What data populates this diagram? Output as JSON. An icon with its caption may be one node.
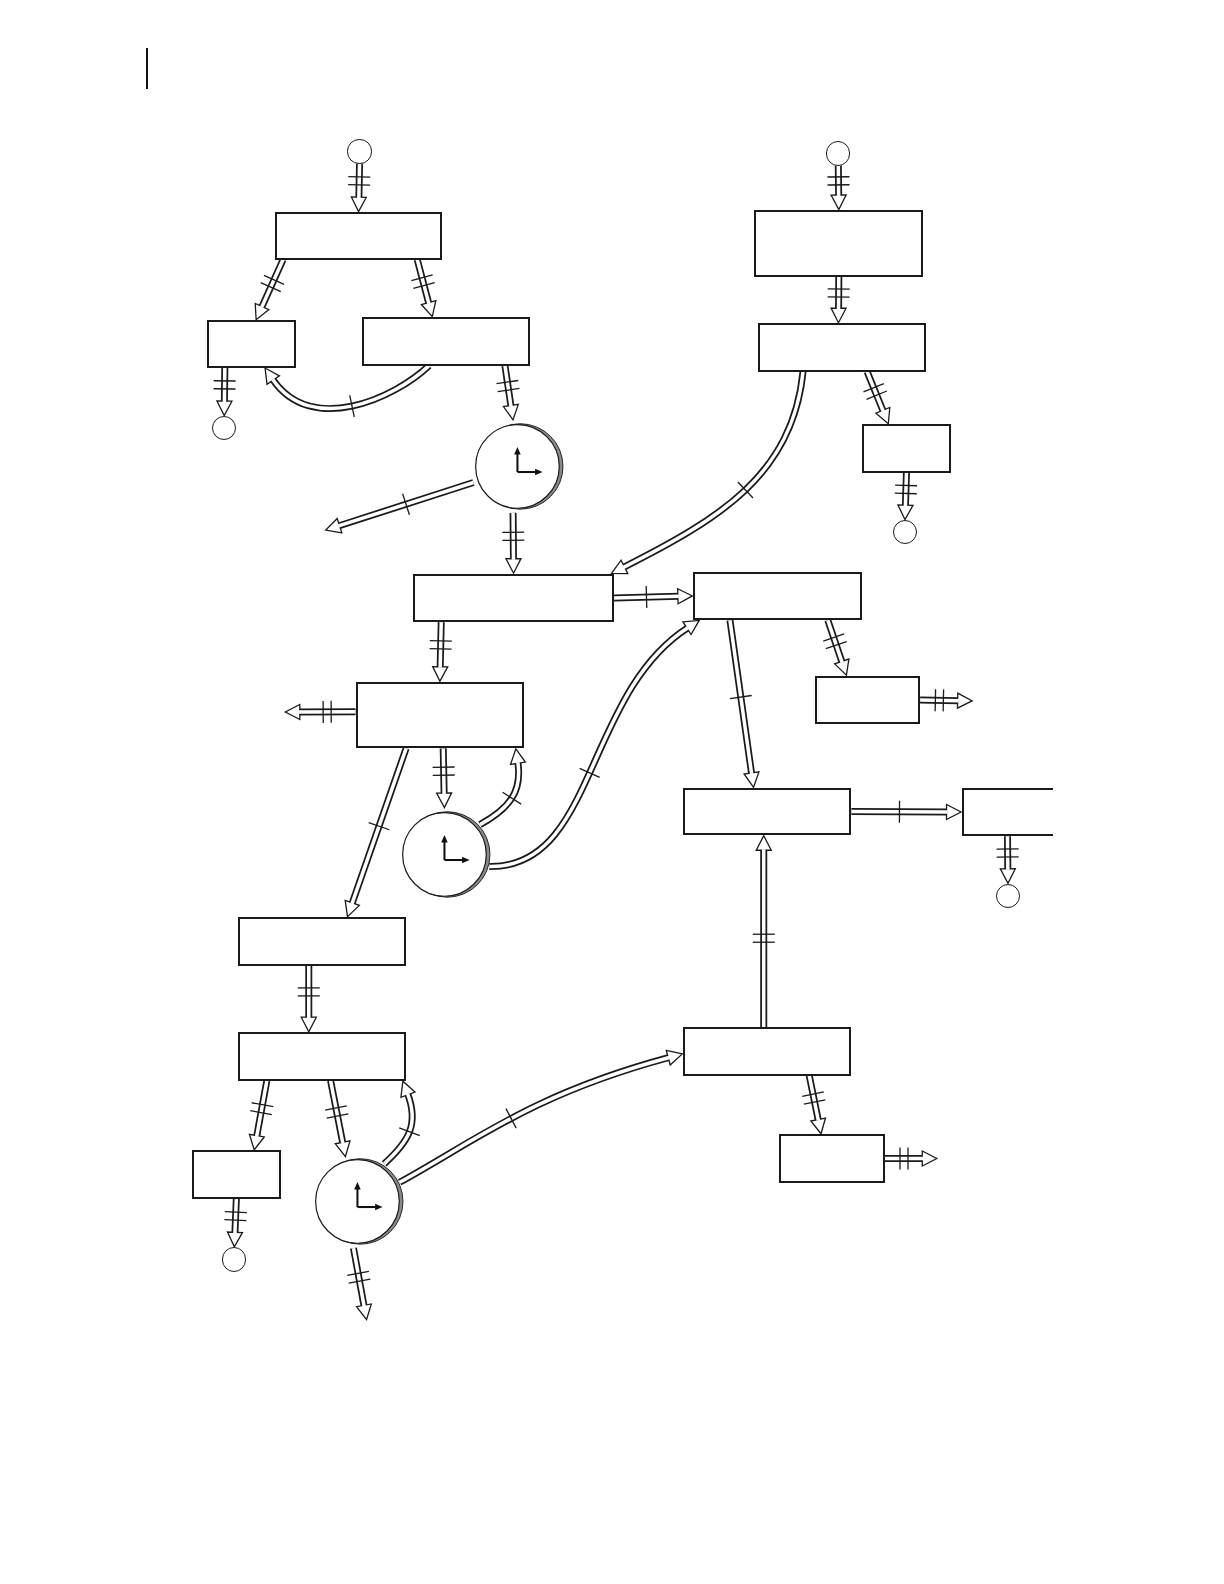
{
  "diagram": {
    "nodes": [
      {
        "text": [],
        "shape": "circle"
      },
      {
        "text": [],
        "shape": "box"
      },
      {
        "text": [],
        "shape": "box"
      },
      {
        "text": [],
        "shape": "box"
      },
      {
        "text": [],
        "shape": "circle"
      },
      {
        "text": [],
        "shape": "clock"
      },
      {
        "text": [],
        "shape": "circle"
      },
      {
        "text": [],
        "shape": "box"
      },
      {
        "text": [],
        "shape": "box"
      },
      {
        "text": [],
        "shape": "box"
      },
      {
        "text": [],
        "shape": "circle"
      },
      {
        "text": [],
        "shape": "box"
      },
      {
        "text": [],
        "shape": "box"
      },
      {
        "text": [],
        "shape": "box"
      },
      {
        "text": [],
        "shape": "box"
      },
      {
        "text": [],
        "shape": "clock"
      },
      {
        "text": [],
        "shape": "box"
      },
      {
        "text": [],
        "shape": "box"
      },
      {
        "text": [],
        "shape": "circle"
      },
      {
        "text": [],
        "shape": "box"
      },
      {
        "text": [],
        "shape": "box"
      },
      {
        "text": [],
        "shape": "box"
      },
      {
        "text": [],
        "shape": "box"
      },
      {
        "text": [],
        "shape": "clock"
      },
      {
        "text": [],
        "shape": "box"
      },
      {
        "text": [],
        "shape": "circle"
      }
    ],
    "edges": [
      {
        "from": 0,
        "to": 1,
        "arrow": "to"
      },
      {
        "from": 1,
        "to": 2,
        "arrow": "to"
      },
      {
        "from": 1,
        "to": 3,
        "arrow": "to"
      },
      {
        "from": 2,
        "to": 4,
        "arrow": "to"
      },
      {
        "from": 3,
        "to": 2,
        "arrow": "to"
      },
      {
        "from": 3,
        "to": 5,
        "arrow": "to"
      },
      {
        "from": 5,
        "to": null,
        "arrow": "to"
      },
      {
        "from": 5,
        "to": 11,
        "arrow": "to"
      },
      {
        "from": 6,
        "to": 7,
        "arrow": "to"
      },
      {
        "from": 7,
        "to": 8,
        "arrow": "to"
      },
      {
        "from": 8,
        "to": 11,
        "arrow": "to"
      },
      {
        "from": 8,
        "to": 9,
        "arrow": "to"
      },
      {
        "from": 9,
        "to": 10,
        "arrow": "to"
      },
      {
        "from": 11,
        "to": 12,
        "arrow": "to"
      },
      {
        "from": 11,
        "to": 13,
        "arrow": "to"
      },
      {
        "from": 12,
        "to": 14,
        "arrow": "to"
      },
      {
        "from": 14,
        "to": null,
        "arrow": "to"
      },
      {
        "from": 12,
        "to": 16,
        "arrow": "to"
      },
      {
        "from": 13,
        "to": null,
        "arrow": "to"
      },
      {
        "from": 13,
        "to": 15,
        "arrow": "to"
      },
      {
        "from": 15,
        "to": 13,
        "arrow": "to"
      },
      {
        "from": 15,
        "to": 12,
        "arrow": "to"
      },
      {
        "from": 13,
        "to": 19,
        "arrow": "to"
      },
      {
        "from": 16,
        "to": 17,
        "arrow": "to"
      },
      {
        "from": 17,
        "to": 18,
        "arrow": "to"
      },
      {
        "from": 19,
        "to": 20,
        "arrow": "to"
      },
      {
        "from": 20,
        "to": 22,
        "arrow": "to"
      },
      {
        "from": 20,
        "to": 23,
        "arrow": "to"
      },
      {
        "from": 23,
        "to": 20,
        "arrow": "to"
      },
      {
        "from": 23,
        "to": 21,
        "arrow": "to"
      },
      {
        "from": 21,
        "to": 16,
        "arrow": "to"
      },
      {
        "from": 21,
        "to": 24,
        "arrow": "to"
      },
      {
        "from": 24,
        "to": null,
        "arrow": "to"
      },
      {
        "from": 22,
        "to": 25,
        "arrow": "to"
      },
      {
        "from": 23,
        "to": null,
        "arrow": "to"
      }
    ]
  }
}
